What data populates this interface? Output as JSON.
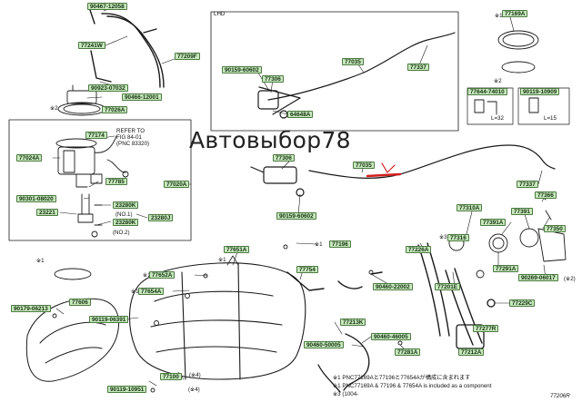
{
  "watermark": "Автовыбор78",
  "labels": [
    {
      "id": "l90467",
      "text": "90467-12058"
    },
    {
      "id": "l77241",
      "text": "77241W"
    },
    {
      "id": "l77209",
      "text": "77209F"
    },
    {
      "id": "l90923",
      "text": "90923-07032"
    },
    {
      "id": "l90466",
      "text": "90466-12001"
    },
    {
      "id": "l77026",
      "text": "77026A"
    },
    {
      "id": "l77174",
      "text": "77174"
    },
    {
      "id": "l77024",
      "text": "77024A"
    },
    {
      "id": "l77785",
      "text": "77785"
    },
    {
      "id": "l77020",
      "text": "77020A"
    },
    {
      "id": "l90301",
      "text": "90301-08020"
    },
    {
      "id": "l23280k1",
      "text": "23280K"
    },
    {
      "id": "l23221",
      "text": "23221"
    },
    {
      "id": "l23280k2",
      "text": "23280K"
    },
    {
      "id": "l23280j",
      "text": "23280J"
    },
    {
      "id": "l90159a",
      "text": "90159-60602"
    },
    {
      "id": "l77306a",
      "text": "77306"
    },
    {
      "id": "l77035a",
      "text": "77035"
    },
    {
      "id": "l77337a",
      "text": "77337"
    },
    {
      "id": "l64648",
      "text": "64648A"
    },
    {
      "id": "l77169",
      "text": "77169A"
    },
    {
      "id": "l77644",
      "text": "77644-74010"
    },
    {
      "id": "l90119a",
      "text": "90119-10909"
    },
    {
      "id": "l77306b",
      "text": "77306"
    },
    {
      "id": "l77035b",
      "text": "77035"
    },
    {
      "id": "l90159b",
      "text": "90159-60602"
    },
    {
      "id": "l77337b",
      "text": "77337"
    },
    {
      "id": "l77366",
      "text": "77366"
    },
    {
      "id": "l77310",
      "text": "77310A"
    },
    {
      "id": "l77391",
      "text": "77391A"
    },
    {
      "id": "l77391b",
      "text": "77391"
    },
    {
      "id": "l77316",
      "text": "77316"
    },
    {
      "id": "l77350",
      "text": "77350"
    },
    {
      "id": "l77291",
      "text": "77291A"
    },
    {
      "id": "l90269",
      "text": "90269-06017"
    },
    {
      "id": "l77651",
      "text": "77651A"
    },
    {
      "id": "l77196",
      "text": "77196"
    },
    {
      "id": "l77226",
      "text": "77226A"
    },
    {
      "id": "l77652",
      "text": "77652A"
    },
    {
      "id": "l77754",
      "text": "77754"
    },
    {
      "id": "l77654",
      "text": "77654A"
    },
    {
      "id": "l90460a",
      "text": "90460-22002"
    },
    {
      "id": "l77201",
      "text": "77201E"
    },
    {
      "id": "l77606",
      "text": "77606"
    },
    {
      "id": "l90179",
      "text": "90179-06213"
    },
    {
      "id": "l77229",
      "text": "77229C"
    },
    {
      "id": "l77213",
      "text": "77213K"
    },
    {
      "id": "l90119b",
      "text": "90119-06391"
    },
    {
      "id": "l90460b",
      "text": "90460-50005"
    },
    {
      "id": "l90460c",
      "text": "90460-46005"
    },
    {
      "id": "l77277",
      "text": "77277R"
    },
    {
      "id": "l77281",
      "text": "77281A"
    },
    {
      "id": "l77100",
      "text": "77100"
    },
    {
      "id": "l77212",
      "text": "77212A"
    },
    {
      "id": "l90119c",
      "text": "90119-10951"
    }
  ],
  "texts": {
    "lhd": "LHD",
    "refer1": "REFER TO",
    "refer2": "FIG 84-01",
    "refer3": "(PNC 83320)",
    "no1": "(NO.1)",
    "no2": "(NO.2)",
    "m1_169": "※1",
    "m2_644": "※2",
    "m1_196": "※1",
    "m3_316": "※3",
    "m2_269": "(※2)",
    "m1_652": "※1",
    "m1_654": "※1",
    "m1_ring": "※1",
    "m1_tank": "※1",
    "m4_100": "(※4)",
    "m4_119": "(※4)",
    "m2_pump": "※2",
    "dim1": "L=32",
    "dim2": "L=15",
    "note1": "※1 PNC77169Aと77196と77654Aが構成に含まれます",
    "note2": "※1 PNC77169A & 77196 & 77654A is included as a component",
    "note3": "※3 (1004-",
    "code": "77206R"
  }
}
